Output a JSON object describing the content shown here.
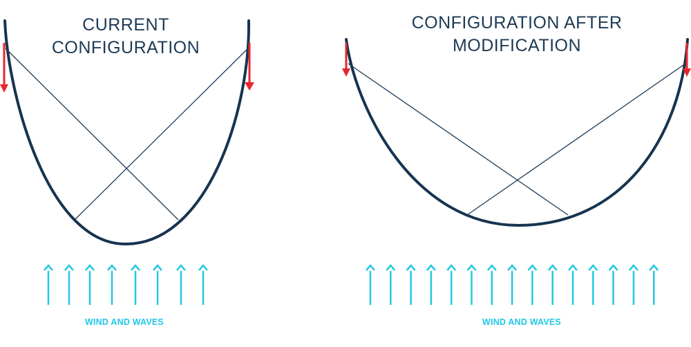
{
  "left_panel": {
    "title_line1": "CURRENT",
    "title_line2": "CONFIGURATION",
    "caption": "WIND AND WAVES"
  },
  "right_panel": {
    "title_line1": "CONFIGURATION AFTER",
    "title_line2": "MODIFICATION",
    "caption": "WIND AND WAVES"
  },
  "colors": {
    "hull": "#173450",
    "line": "#1d3a55",
    "load_arrow": "#e8262c",
    "wind_arrow": "#22c7e6",
    "title_text": "#1d3a55"
  }
}
